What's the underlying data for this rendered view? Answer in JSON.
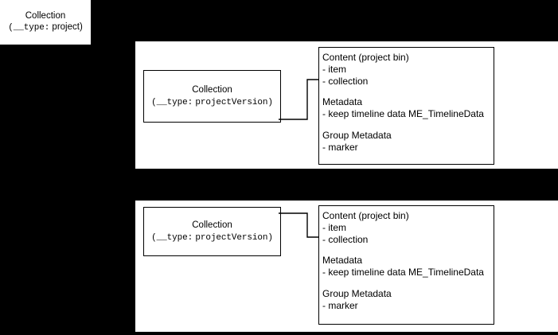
{
  "diagram": {
    "background_color": "#000000",
    "canvas_color": "#ffffff",
    "stroke_color": "#000000",
    "standalone_node": {
      "title": "Collection",
      "type_label": "(__type: project)",
      "type_prefix": "(",
      "type_key": "__type:",
      "type_value": "project",
      "type_suffix": ")"
    },
    "panels": [
      {
        "name": "upper",
        "collection_node": {
          "title": "Collection",
          "type_prefix": "(",
          "type_key": "__type:",
          "type_value": "projectVersion",
          "type_suffix": ")"
        },
        "content_node": {
          "lines": [
            "Content (project bin)",
            "- item",
            "- collection",
            "",
            "Metadata",
            "- keep timeline data ME_TimelineData",
            "",
            "Group Metadata",
            "- marker"
          ]
        },
        "connector": {
          "kind": "elbow-arrow",
          "direction": "right-up-right",
          "arrowhead": "filled-triangle"
        }
      },
      {
        "name": "lower",
        "collection_node": {
          "title": "Collection",
          "type_prefix": "(",
          "type_key": "__type:",
          "type_value": "projectVersion",
          "type_suffix": ")"
        },
        "content_node": {
          "lines": [
            "Content (project bin)",
            "- item",
            "- collection",
            "",
            "Metadata",
            "- keep timeline data ME_TimelineData",
            "",
            "Group Metadata",
            "- marker"
          ]
        },
        "connector": {
          "kind": "elbow-arrow",
          "direction": "right-down-right",
          "arrowhead": "filled-triangle"
        }
      }
    ]
  }
}
